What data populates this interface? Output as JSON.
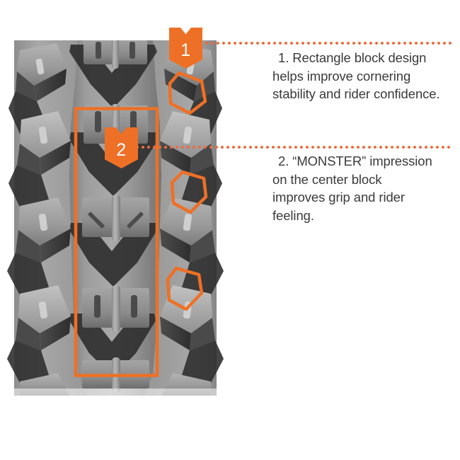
{
  "figure": {
    "title_alt": "Motorcycle knobby tire tread close-up",
    "subject": "tire-tread-photo"
  },
  "colors": {
    "accent_orange": "#ee7026",
    "leader_dot": "#ef6a3b",
    "text_gray": "#3a3a3a",
    "background": "#ffffff",
    "tread_light": "#b9b9b9",
    "tread_mid": "#8e8e8e",
    "tread_dark": "#3c3c3c",
    "tread_shadow": "#2a2a2a"
  },
  "callouts": [
    {
      "id": "1",
      "badge_label": "1",
      "text_lines": [
        "1. Rectangle block design",
        "helps improve cornering",
        "stability and rider confidence."
      ],
      "text": "1. Rectangle block design helps improve cornering stability and rider confidence."
    },
    {
      "id": "2",
      "badge_label": "2",
      "text_lines": [
        "2. “MONSTER” impression",
        "on the center block",
        "improves grip and rider",
        "feeling."
      ],
      "text": "2. “MONSTER” impression on the center block improves grip and rider feeling."
    }
  ],
  "highlights": {
    "center_block_rect": "orange-rectangle-outline",
    "side_knobs": [
      "knob-highlight-upper",
      "knob-highlight-middle",
      "knob-highlight-lower"
    ]
  }
}
